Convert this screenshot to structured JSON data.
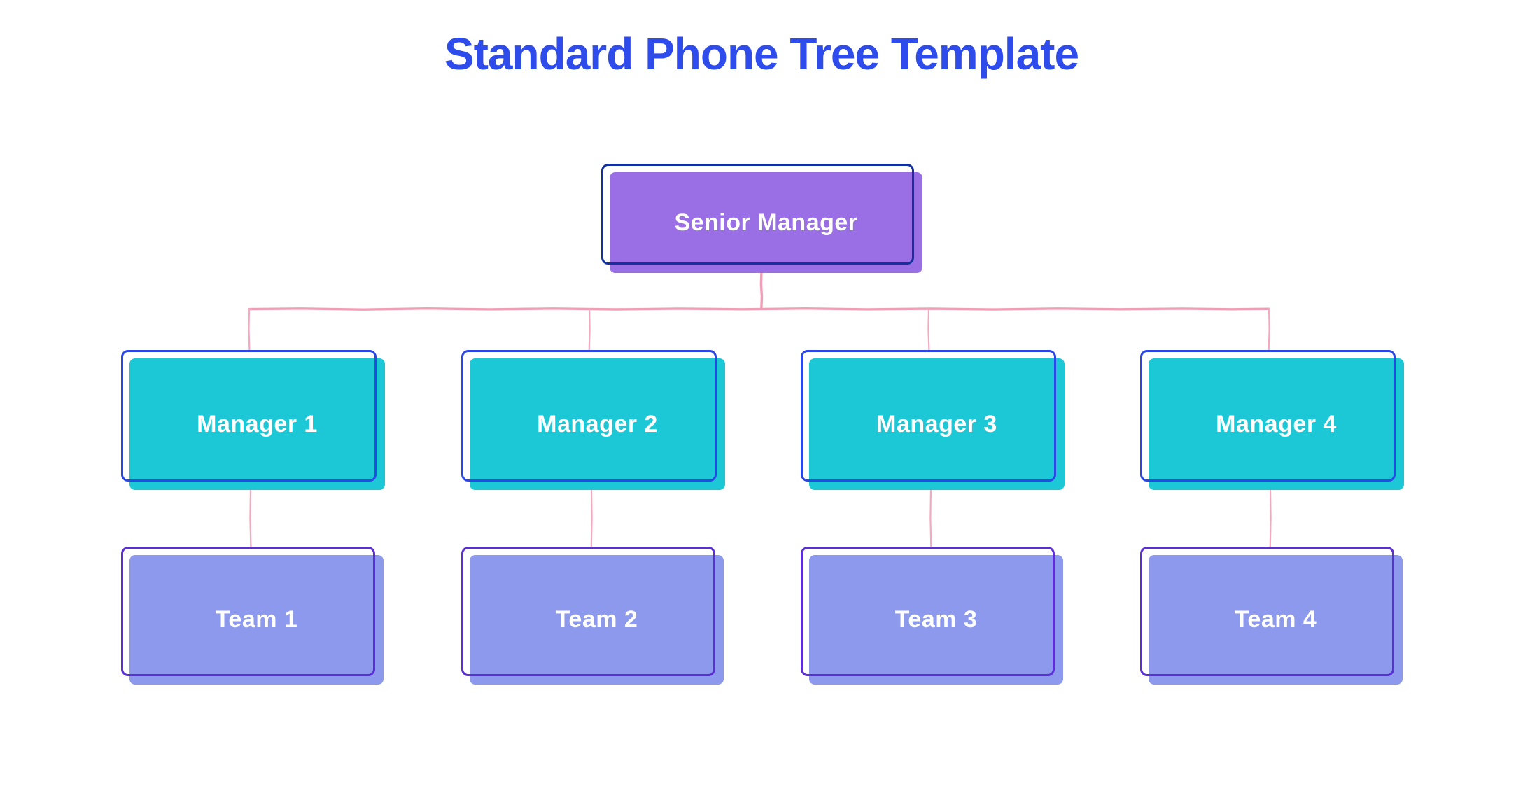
{
  "title": "Standard Phone Tree Template",
  "colors": {
    "title": "#2E4BEB",
    "connector": "#F09EB5",
    "connector_light": "#F4A9BE",
    "root_fill": "#9A6FE6",
    "root_outline": "#12309E",
    "manager_fill": "#1DC8D6",
    "manager_outline": "#2946E8",
    "team_fill": "#8D99ED",
    "team_outline": "#5C2ED6"
  },
  "nodes": {
    "root": {
      "label": "Senior Manager"
    },
    "managers": [
      {
        "label": "Manager 1"
      },
      {
        "label": "Manager 2"
      },
      {
        "label": "Manager 3"
      },
      {
        "label": "Manager 4"
      }
    ],
    "teams": [
      {
        "label": "Team 1"
      },
      {
        "label": "Team 2"
      },
      {
        "label": "Team 3"
      },
      {
        "label": "Team 4"
      }
    ]
  }
}
